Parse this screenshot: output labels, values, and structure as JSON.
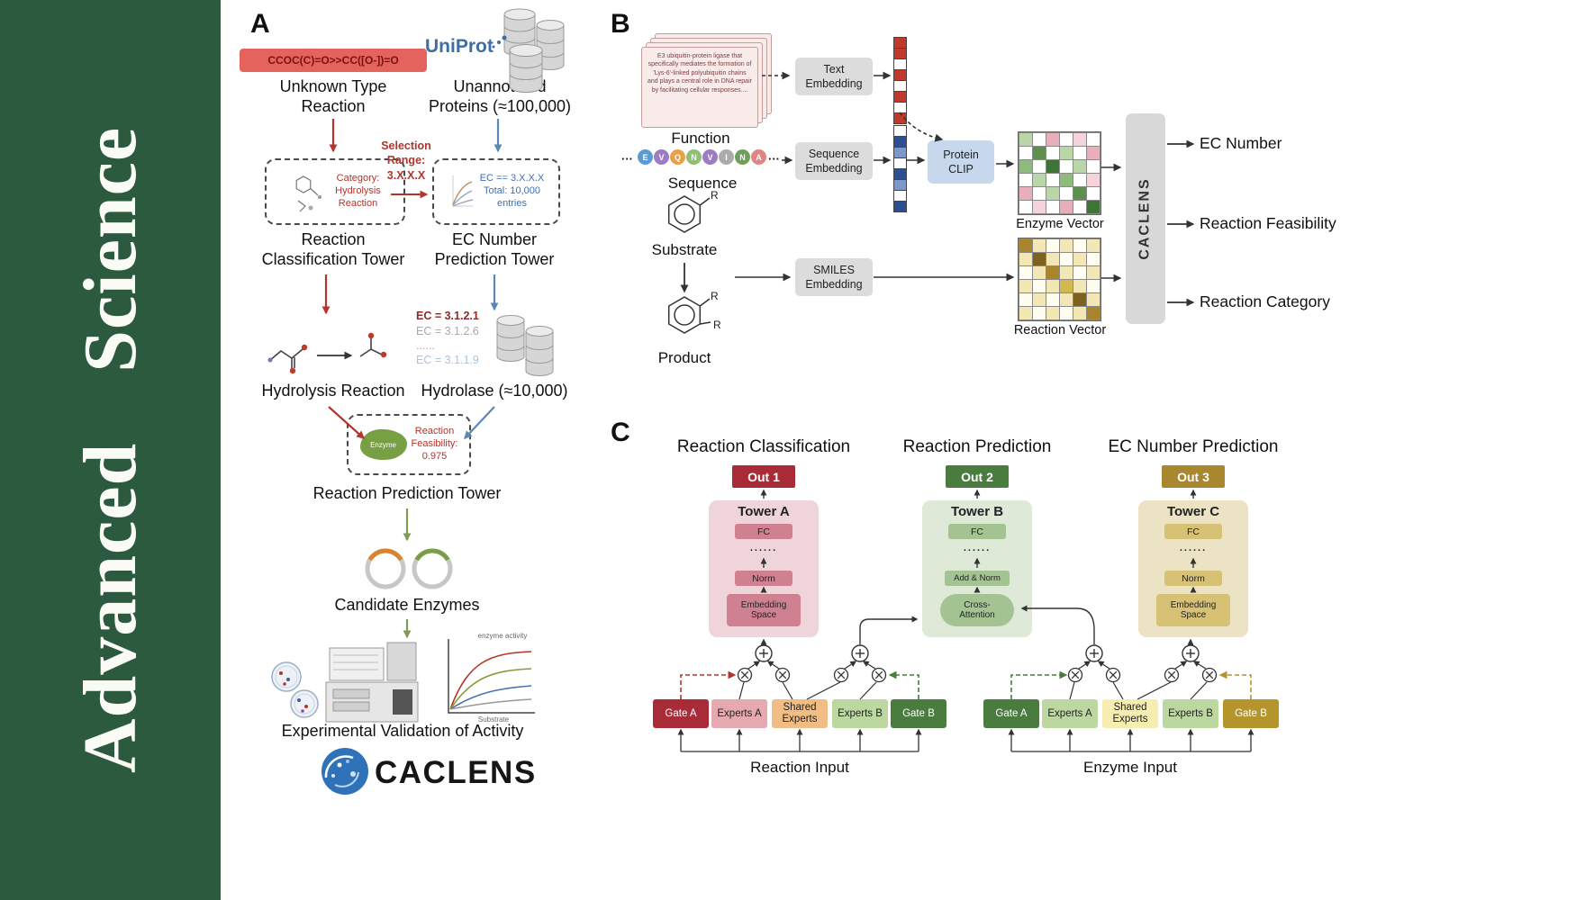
{
  "journal": {
    "word1": "Advanced",
    "word2": "Science",
    "bg_color": "#2c5a3f"
  },
  "panelA": {
    "label": "A",
    "smiles": "CCOC(C)=O>>CC([O-])=O",
    "unknown": [
      "Unknown Type",
      "Reaction"
    ],
    "uniprot": "UniProt",
    "unannotated": [
      "Unannotated",
      "Proteins (≈100,000)"
    ],
    "selection": [
      "Selection",
      "Range:",
      "3.X.X.X"
    ],
    "category_box": [
      "Category:",
      "Hydrolysis",
      "Reaction"
    ],
    "ec_box": [
      "EC == 3.X.X.X",
      "Total: 10,000",
      "entries"
    ],
    "classification_tower": [
      "Reaction",
      "Classification Tower"
    ],
    "ec_tower": [
      "EC Number",
      "Prediction Tower"
    ],
    "ec_list": [
      {
        "text": "EC = 3.1.2.1",
        "color": "#8f2a2a"
      },
      {
        "text": "EC = 3.1.2.6",
        "color": "#a9a9a9"
      },
      {
        "text": "......",
        "color": "#a9a9a9"
      },
      {
        "text": "EC = 3.1.1.9",
        "color": "#a9c4de"
      }
    ],
    "hydrolysis": "Hydrolysis Reaction",
    "hydrolase": "Hydrolase (≈10,000)",
    "enzyme": "Enzyme",
    "feasibility": [
      "Reaction",
      "Feasibility:",
      "0.975"
    ],
    "prediction_tower": "Reaction Prediction Tower",
    "candidates": "Candidate Enzymes",
    "validation": "Experimental Validation of Activity",
    "graph_legend": "enzyme activity",
    "graph_xlabel": "Substrate",
    "logo": "CACLENS"
  },
  "panelB": {
    "label": "B",
    "function_card": "E3 ubiquitin-protein ligase that specifically mediates the formation of 'Lys-6'-linked polyubiquitin chains and plays a central role in DNA repair by facilitating cellular responses....",
    "function": "Function",
    "text_embedding": [
      "Text",
      "Embedding"
    ],
    "sequence_ellipsis": "···",
    "sequence_letters": [
      {
        "char": "E",
        "color": "#5b9bd5"
      },
      {
        "char": "V",
        "color": "#9e7cc4"
      },
      {
        "char": "Q",
        "color": "#ed9f46"
      },
      {
        "char": "N",
        "color": "#8fbf72"
      },
      {
        "char": "V",
        "color": "#9e7cc4"
      },
      {
        "char": "I",
        "color": "#ababab"
      },
      {
        "char": "N",
        "color": "#6f9f5a"
      },
      {
        "char": "A",
        "color": "#e08585"
      }
    ],
    "sequence": "Sequence",
    "sequence_embedding": [
      "Sequence",
      "Embedding"
    ],
    "protein_clip": [
      "Protein",
      "CLIP"
    ],
    "enzyme_vector": "Enzyme Vector",
    "substrate": "Substrate",
    "product": "Product",
    "r_label": "R",
    "smiles_embedding": [
      "SMILES",
      "Embedding"
    ],
    "reaction_vector": "Reaction Vector",
    "caclens": "CACLENS",
    "outputs": [
      "EC Number",
      "Reaction Feasibility",
      "Reaction Category"
    ],
    "text_vector_cells": [
      "#c0392b",
      "#c0392b",
      "#ffffff",
      "#c0392b",
      "#ffffff",
      "#c0392b",
      "#ffffff",
      "#c0392b"
    ],
    "seq_vector_cells": [
      "#ffffff",
      "#2e4f8f",
      "#7d98c8",
      "#ffffff",
      "#2e4f8f",
      "#7d98c8",
      "#ffffff",
      "#2e4f8f"
    ],
    "enzyme_matrix": [
      [
        "#b9d6a9",
        "#ffffff",
        "#e9aebc",
        "#ffffff",
        "#f4d4da",
        "#ffffff"
      ],
      [
        "#ffffff",
        "#5f8f4f",
        "#ffffff",
        "#b9d6a9",
        "#ffffff",
        "#e9aebc"
      ],
      [
        "#8fba7d",
        "#ffffff",
        "#3f7437",
        "#ffffff",
        "#b9d6a9",
        "#ffffff"
      ],
      [
        "#ffffff",
        "#b9d6a9",
        "#ffffff",
        "#8fba7d",
        "#ffffff",
        "#f4d4da"
      ],
      [
        "#e9aebc",
        "#ffffff",
        "#b9d6a9",
        "#ffffff",
        "#5f8f4f",
        "#ffffff"
      ],
      [
        "#ffffff",
        "#f4d4da",
        "#ffffff",
        "#e9aebc",
        "#ffffff",
        "#3f7437"
      ]
    ],
    "reaction_matrix": [
      [
        "#a8842c",
        "#f3e7b6",
        "#fffdf0",
        "#f3e7b6",
        "#fffdf0",
        "#f3e7b6"
      ],
      [
        "#f3e7b6",
        "#7d611c",
        "#f3e7b6",
        "#fffdf0",
        "#f3e7b6",
        "#fffdf0"
      ],
      [
        "#fffdf0",
        "#f3e7b6",
        "#a8842c",
        "#f3e7b6",
        "#fffdf0",
        "#f3e7b6"
      ],
      [
        "#f3e7b6",
        "#fffdf0",
        "#f3e7b6",
        "#d3b84e",
        "#f3e7b6",
        "#fffdf0"
      ],
      [
        "#fffdf0",
        "#f3e7b6",
        "#fffdf0",
        "#f3e7b6",
        "#7d611c",
        "#f3e7b6"
      ],
      [
        "#f3e7b6",
        "#fffdf0",
        "#f3e7b6",
        "#fffdf0",
        "#f3e7b6",
        "#a8842c"
      ]
    ]
  },
  "panelC": {
    "label": "C",
    "headers": [
      "Reaction Classification",
      "Reaction Prediction",
      "EC Number Prediction"
    ],
    "outs": [
      {
        "label": "Out 1",
        "bg": "#a92b38"
      },
      {
        "label": "Out 2",
        "bg": "#4a7c3f"
      },
      {
        "label": "Out 3",
        "bg": "#a8872f"
      }
    ],
    "towers": [
      {
        "name": "Tower A",
        "bg": "#efd5da",
        "box": "#cf8191",
        "layers": [
          "FC",
          "......",
          "Norm"
        ],
        "bottom": [
          "Embedding",
          "Space"
        ]
      },
      {
        "name": "Tower B",
        "bg": "#dee9d8",
        "box": "#a3c492",
        "layers": [
          "FC",
          "......",
          "Add & Norm"
        ],
        "bottom": [
          "Cross-",
          "Attention"
        ]
      },
      {
        "name": "Tower C",
        "bg": "#ebe3c4",
        "box": "#d7c175",
        "layers": [
          "FC",
          "......",
          "Norm"
        ],
        "bottom": [
          "Embedding",
          "Space"
        ]
      }
    ],
    "groups": [
      {
        "input": "Reaction Input",
        "boxes": [
          {
            "label": "Gate A",
            "bg": "#a92b38",
            "fg": "#ffffff"
          },
          {
            "label": "Experts A",
            "bg": "#e7a9b1",
            "fg": "#222222"
          },
          {
            "label": "Shared Experts",
            "bg": "#f2bd85",
            "fg": "#222222"
          },
          {
            "label": "Experts B",
            "bg": "#bcd7a0",
            "fg": "#222222"
          },
          {
            "label": "Gate B",
            "bg": "#4a7c3f",
            "fg": "#ffffff"
          }
        ]
      },
      {
        "input": "Enzyme Input",
        "boxes": [
          {
            "label": "Gate A",
            "bg": "#4a7c3f",
            "fg": "#ffffff"
          },
          {
            "label": "Experts A",
            "bg": "#bcd7a0",
            "fg": "#222222"
          },
          {
            "label": "Shared Experts",
            "bg": "#f5eeb0",
            "fg": "#222222"
          },
          {
            "label": "Experts B",
            "bg": "#bcd7a0",
            "fg": "#222222"
          },
          {
            "label": "Gate B",
            "bg": "#b6942c",
            "fg": "#ffffff"
          }
        ]
      }
    ]
  }
}
